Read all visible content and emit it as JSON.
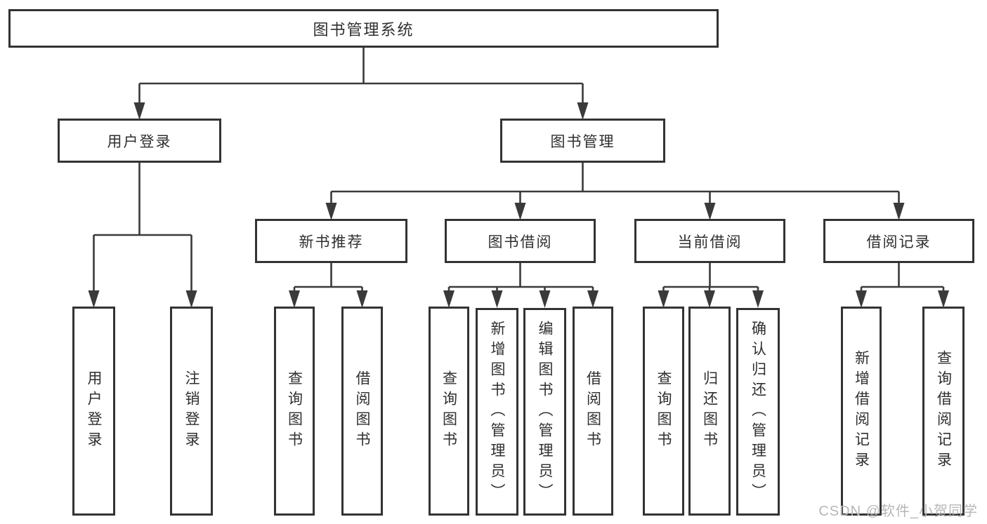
{
  "diagram": {
    "root": {
      "label": "图书管理系统"
    },
    "level2": [
      {
        "label": "用户登录",
        "children": [
          "用户登录",
          "注销登录"
        ]
      },
      {
        "label": "图书管理"
      }
    ],
    "level3": [
      {
        "label": "新书推荐",
        "children": [
          "查询图书",
          "借阅图书"
        ]
      },
      {
        "label": "图书借阅",
        "children": [
          "查询图书",
          "新增图书（管理员）",
          "编辑图书（管理员）",
          "借阅图书"
        ]
      },
      {
        "label": "当前借阅",
        "children": [
          "查询图书",
          "归还图书",
          "确认归还（管理员）"
        ]
      },
      {
        "label": "借阅记录",
        "children": [
          "新增借阅记录",
          "查询借阅记录"
        ]
      }
    ],
    "watermark": "CSDN @软件_小贺同学"
  },
  "colors": {
    "line": "#3a3a3a",
    "box_border": "#333333",
    "text": "#2f2f2f",
    "watermark": "#b7b7b7",
    "background": "#ffffff"
  }
}
